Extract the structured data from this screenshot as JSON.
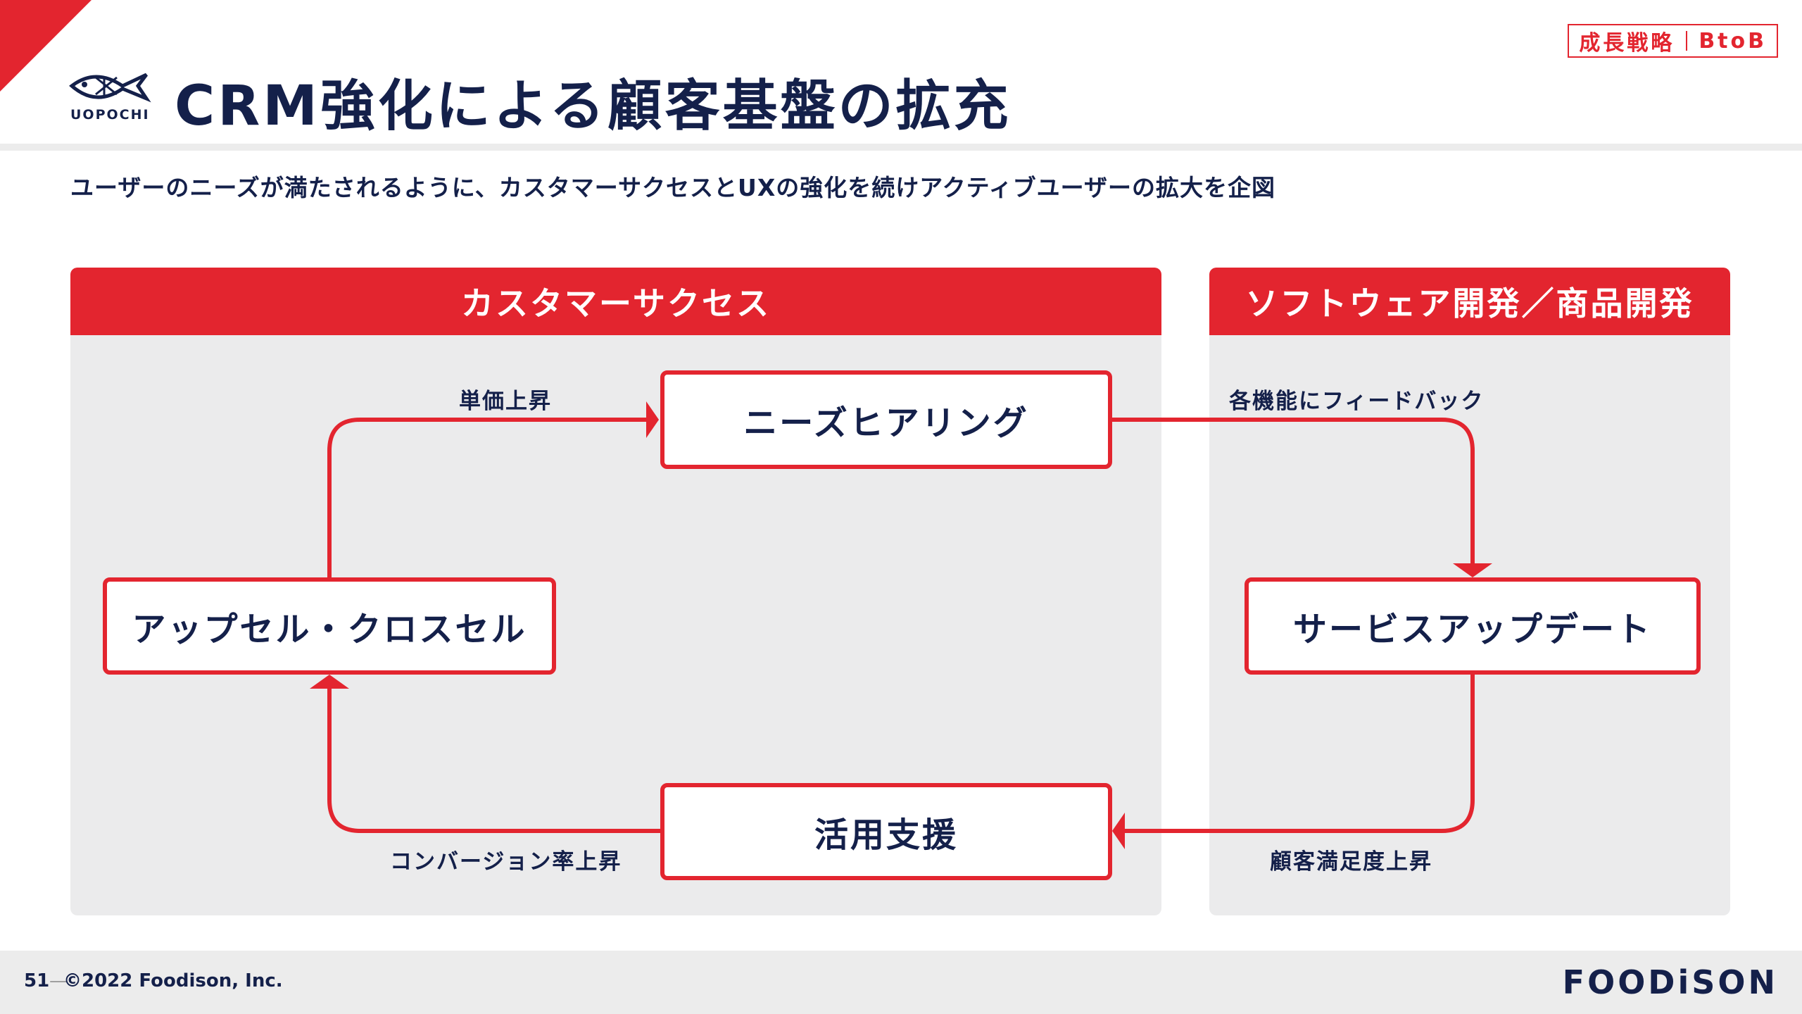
{
  "header": {
    "tag_left": "成長戦略",
    "tag_right": "BtoB",
    "logo_text": "UOPOCHI",
    "title": "CRM強化による顧客基盤の拡充"
  },
  "subtitle": "ユーザーのニーズが満たされるように、カスタマーサクセスとUXの強化を続けアクティブユーザーの拡大を企図",
  "panels": {
    "left_title": "カスタマーサクセス",
    "right_title": "ソフトウェア開発／商品開発"
  },
  "boxes": {
    "needs": "ニーズヒアリング",
    "service": "サービスアップデート",
    "support": "活用支援",
    "upsell": "アップセル・クロスセル"
  },
  "labels": {
    "unit_price": "単価上昇",
    "feedback": "各機能にフィードバック",
    "satisfaction": "顧客満足度上昇",
    "conversion": "コンバージョン率上昇"
  },
  "footer": {
    "page_number": "51",
    "dash": "—",
    "copyright": "©2022 Foodison, Inc.",
    "brand": "FOODiSON"
  },
  "colors": {
    "accent": "#e3252f",
    "navy": "#14204a",
    "panel": "#ebebec"
  }
}
